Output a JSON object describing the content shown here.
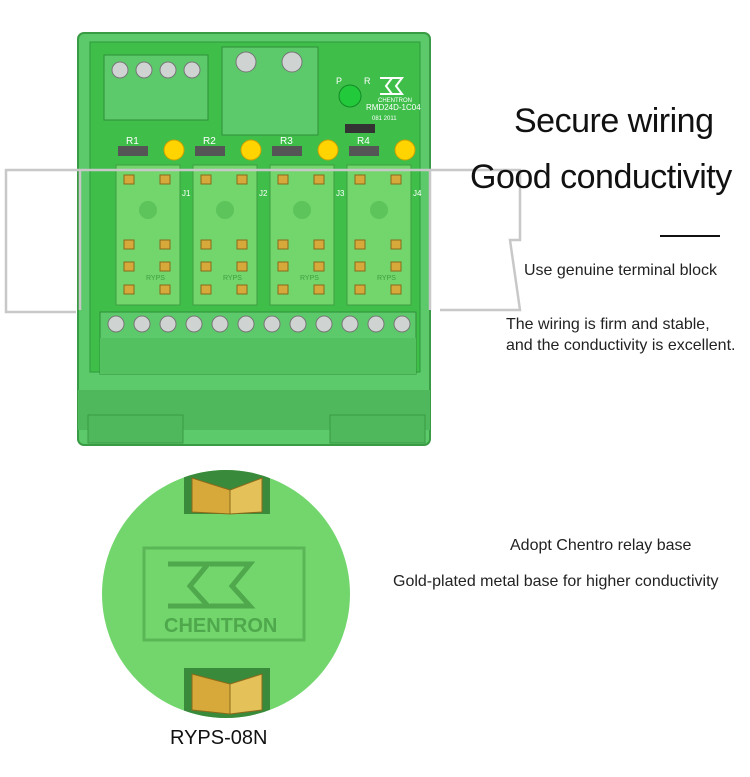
{
  "board": {
    "model_code": "RMD24D-1C04",
    "brand": "CHENTRON",
    "date_code": "081 2011",
    "relay_labels": [
      "R1",
      "R2",
      "R3",
      "R4"
    ],
    "connector_labels": [
      "J1",
      "J2",
      "J3",
      "J4"
    ],
    "led_labels": [
      "P",
      "R"
    ],
    "relay_text": "RYPS"
  },
  "headline": {
    "line1": "Secure wiring",
    "line2": "Good conductivity"
  },
  "terminal": {
    "subtitle": "Use genuine terminal block",
    "desc_line1": "The wiring is firm and stable,",
    "desc_line2": "and the conductivity is excellent."
  },
  "relay_base": {
    "subtitle": "Adopt Chentro relay base",
    "description": "Gold-plated metal base for higher conductivity",
    "zoom_brand": "CHENTRON",
    "caption": "RYPS-08N"
  },
  "colors": {
    "pcb_green": "#3fbf4a",
    "relay_green": "#72d66d",
    "terminal_green": "#5cc96a",
    "gold": "#d6a93a",
    "led_yellow": "#ffd400",
    "led_green": "#22c93a"
  }
}
